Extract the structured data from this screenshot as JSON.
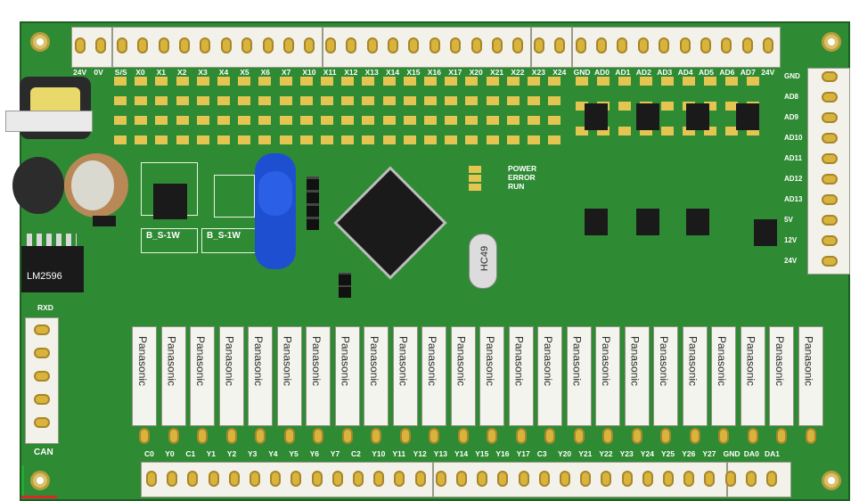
{
  "top_labels": [
    "24V",
    "0V",
    "S/S",
    "X0",
    "X1",
    "X2",
    "X3",
    "X4",
    "X5",
    "X6",
    "X7",
    "X10",
    "X11",
    "X12",
    "X13",
    "X14",
    "X15",
    "X16",
    "X17",
    "X20",
    "X21",
    "X22",
    "X23",
    "X24",
    "GND",
    "AD0",
    "AD1",
    "AD2",
    "AD3",
    "AD4",
    "AD5",
    "AD6",
    "AD7",
    "24V"
  ],
  "right_labels": [
    "GND",
    "AD8",
    "AD9",
    "AD10",
    "AD11",
    "AD12",
    "AD13",
    "5V",
    "12V",
    "24V"
  ],
  "bottom_labels": [
    "C0",
    "Y0",
    "C1",
    "Y1",
    "Y2",
    "Y3",
    "Y4",
    "Y5",
    "Y6",
    "Y7",
    "C2",
    "Y10",
    "Y11",
    "Y12",
    "Y13",
    "Y14",
    "Y15",
    "Y16",
    "Y17",
    "C3",
    "Y20",
    "Y21",
    "Y22",
    "Y23",
    "Y24",
    "Y25",
    "Y26",
    "Y27",
    "GND",
    "DA0",
    "DA1"
  ],
  "status_labels": [
    "POWER",
    "ERROR",
    "RUN"
  ],
  "module_labels": [
    "B_S-1W",
    "B_S-1W"
  ],
  "regulator_label": "LM2596",
  "crystal_label": "HC49",
  "relay_brand": "Panasonic",
  "relay_count": 24,
  "left_port_labels": {
    "rxd": "RXD",
    "can": "CAN"
  },
  "colors": {
    "pcb": "#2f8a34",
    "gold": "#d8b43c",
    "terminal": "#f2f2ea",
    "chip": "#1a1a1a",
    "capacitor": "#1f4fd1"
  }
}
